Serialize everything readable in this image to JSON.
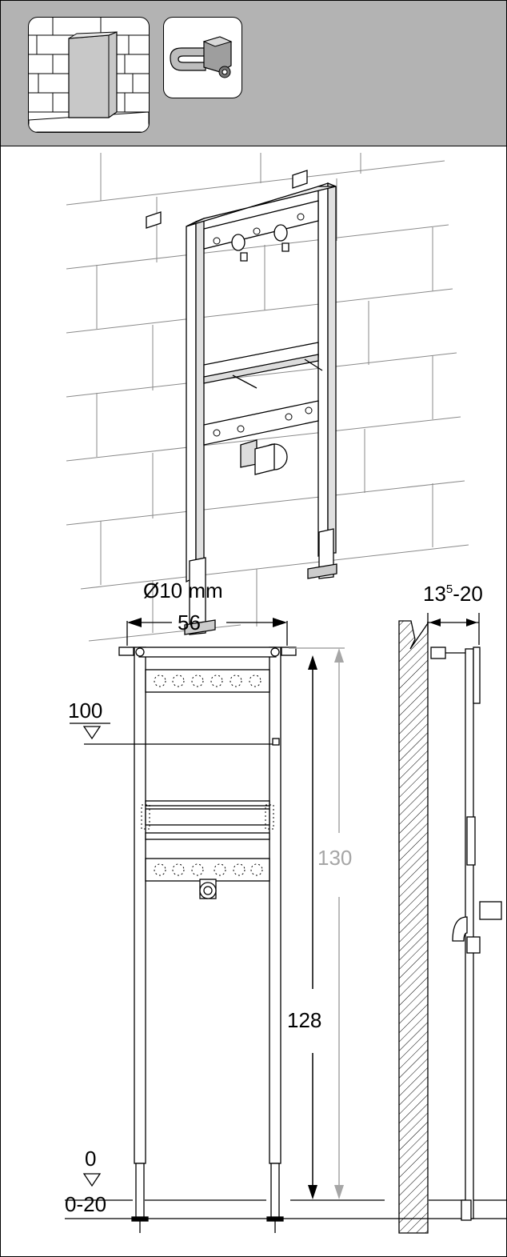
{
  "header": {
    "tile_1_icon": "wall-cladding-icon",
    "tile_2_icon": "wall-bracket-icon"
  },
  "dimensions": {
    "diameter": "Ø10 mm",
    "width": "56",
    "height_100": "100",
    "height_130": "130",
    "height_128": "128",
    "floor_0": "0",
    "floor_range": "0-20",
    "depth_base": "13",
    "depth_sup": "5",
    "depth_range": "-20"
  },
  "colors": {
    "header_bg": "#b3b3b3",
    "dimension_grey": "#a6a6a6",
    "line": "#000000"
  }
}
